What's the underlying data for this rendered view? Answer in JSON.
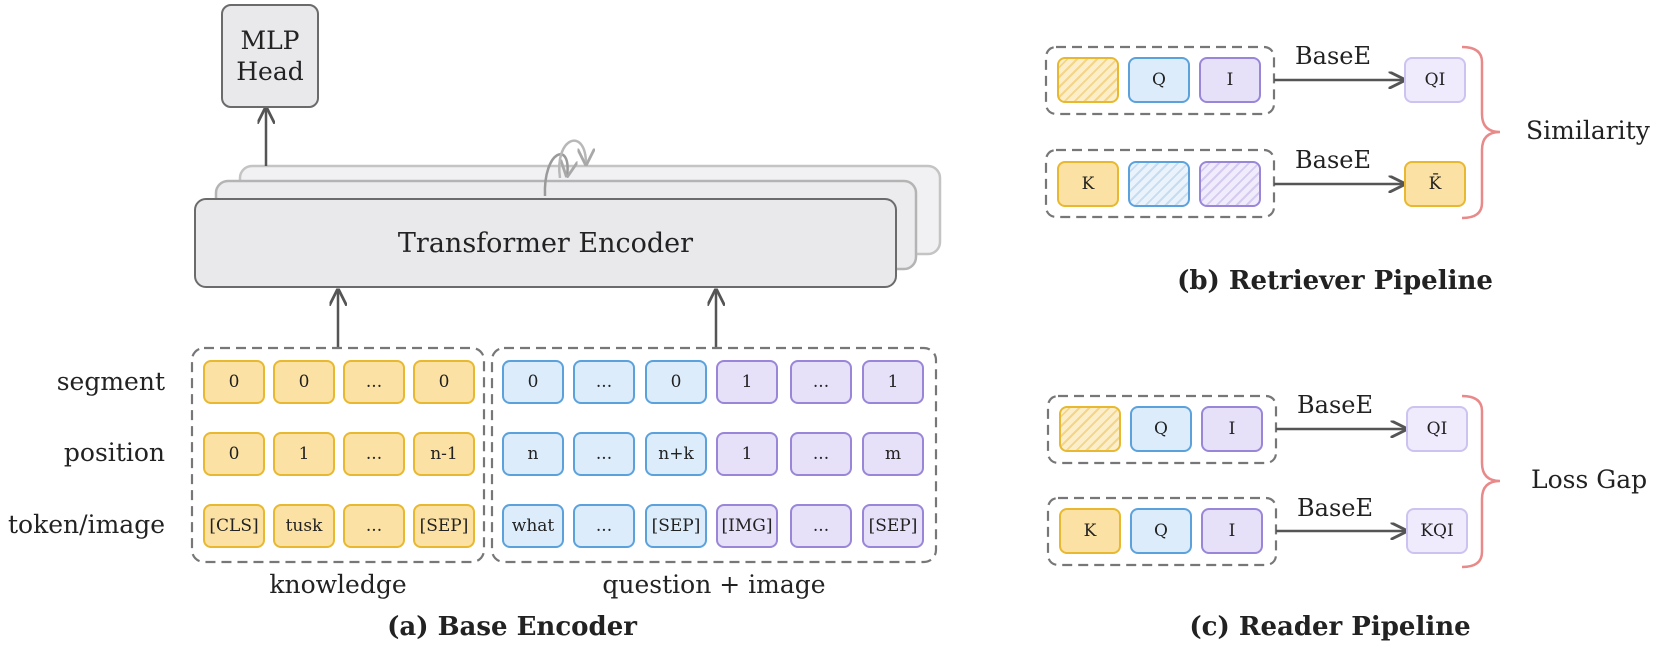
{
  "base_encoder": {
    "caption": "(a) Base Encoder",
    "mlp_head": {
      "line1": "MLP",
      "line2": "Head"
    },
    "transformer_label": "Transformer Encoder",
    "row_labels": {
      "segment": "segment",
      "position": "position",
      "token": "token/image"
    },
    "knowledge_label": "knowledge",
    "question_label": "question + image",
    "knowledge": {
      "segment": [
        "0",
        "0",
        "...",
        "0"
      ],
      "position": [
        "0",
        "1",
        "...",
        "n-1"
      ],
      "token": [
        "[CLS]",
        "tusk",
        "...",
        "[SEP]"
      ]
    },
    "question": {
      "segment": [
        "0",
        "...",
        "0"
      ],
      "position": [
        "n",
        "...",
        "n+k"
      ],
      "token": [
        "what",
        "...",
        "[SEP]"
      ]
    },
    "image": {
      "segment": [
        "1",
        "...",
        "1"
      ],
      "position": [
        "1",
        "...",
        "m"
      ],
      "token": [
        "[IMG]",
        "...",
        "[SEP]"
      ]
    }
  },
  "retriever": {
    "caption": "(b) Retriever Pipeline",
    "rows": [
      {
        "inputs": [
          "",
          "Q",
          "I"
        ],
        "encoder": "BaseE",
        "output": "QI"
      },
      {
        "inputs": [
          "K",
          "",
          ""
        ],
        "encoder": "BaseE",
        "output": "K̄"
      }
    ],
    "group_label": "Similarity"
  },
  "reader": {
    "caption": "(c) Reader Pipeline",
    "rows": [
      {
        "inputs": [
          "",
          "Q",
          "I"
        ],
        "encoder": "BaseE",
        "output": "QI"
      },
      {
        "inputs": [
          "K",
          "Q",
          "I"
        ],
        "encoder": "BaseE",
        "output": "KQI"
      }
    ],
    "group_label": "Loss Gap"
  },
  "colors": {
    "knowledge": "#e8b930",
    "question": "#5ba2dd",
    "image": "#9a86d9",
    "brace": "#e98a8a"
  }
}
